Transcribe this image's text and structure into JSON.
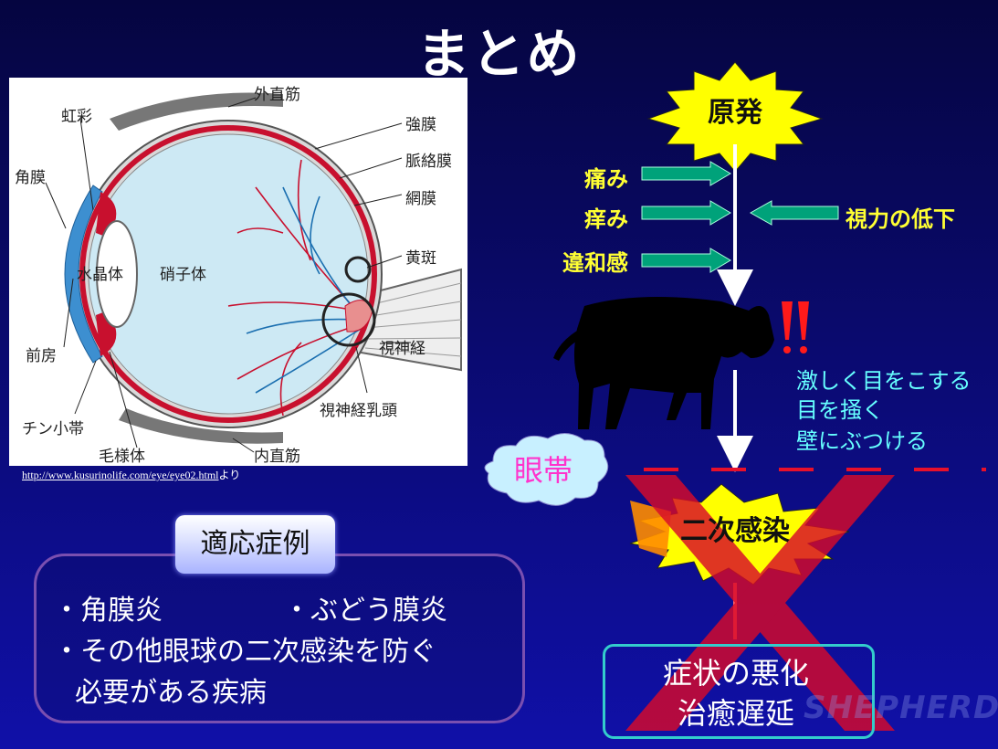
{
  "title": "まとめ",
  "eye_labels": {
    "lateral_rectus": "外直筋",
    "iris": "虹彩",
    "sclera": "強膜",
    "choroid": "脈絡膜",
    "cornea": "角膜",
    "retina": "網膜",
    "lens": "水晶体",
    "vitreous": "硝子体",
    "macula": "黄斑",
    "anterior_chamber": "前房",
    "optic_nerve": "視神経",
    "optic_disc": "視神経乳頭",
    "zonule": "チン小帯",
    "ciliary_body": "毛様体",
    "medial_rectus": "内直筋"
  },
  "source": {
    "url": "http://www.kusurinolife.com/eye/eye02.html",
    "suffix": "より"
  },
  "indications": {
    "title": "適応症例",
    "items": [
      "・角膜炎",
      "・ぶどう膜炎",
      "・その他眼球の二次感染を防ぐ",
      "必要がある疾病"
    ]
  },
  "flow": {
    "origin": "原発",
    "causes": [
      "痛み",
      "痒み",
      "違和感"
    ],
    "vision_loss": "視力の低下",
    "exclaim": "!!",
    "behaviors": [
      "激しく目をこする",
      "目を掻く",
      "壁にぶつける"
    ],
    "eyeband": "眼帯",
    "secondary": "二次感染",
    "outcomes": [
      "症状の悪化",
      "治癒遅延"
    ]
  },
  "watermark": "SHEPHERD",
  "colors": {
    "burst_fill": "#ffff00",
    "arrow_green": "#00a27a",
    "cross_red": "#d80a2a",
    "dash_red": "#e8102a",
    "symptom_text": "#66ffff",
    "label_text": "#ffff33",
    "eyeband_text": "#ff33cc"
  }
}
